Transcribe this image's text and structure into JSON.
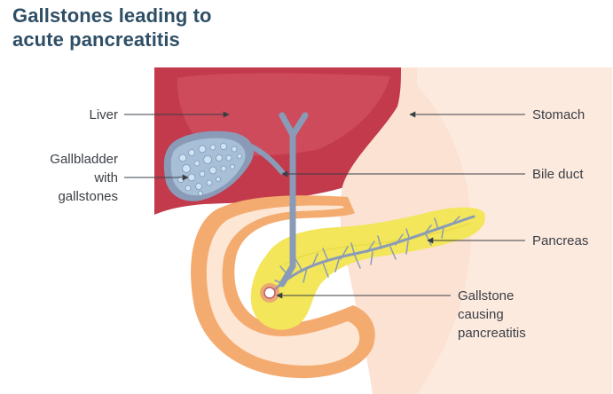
{
  "title": {
    "line1": "Gallstones leading to",
    "line2": "acute pancreatitis"
  },
  "labels": {
    "liver": "Liver",
    "gallbladder_line1": "Gallbladder",
    "gallbladder_line2": "with",
    "gallbladder_line3": "gallstones",
    "stomach": "Stomach",
    "bile_duct": "Bile duct",
    "pancreas": "Pancreas",
    "gallstone_line1": "Gallstone",
    "gallstone_line2": "causing",
    "gallstone_line3": "pancreatitis"
  },
  "colors": {
    "title": "#2f4f66",
    "liver": "#c23a4b",
    "liver_light": "#d85a6a",
    "stomach": "#fbe2d3",
    "duodenum": "#f4ab70",
    "duodenum_inner": "#fde6d4",
    "pancreas": "#f3e65a",
    "duct": "#8a9bb8",
    "gallstones": "#bcd6ee",
    "blockage": "#e07a86",
    "leader_line": "#5a6370"
  }
}
